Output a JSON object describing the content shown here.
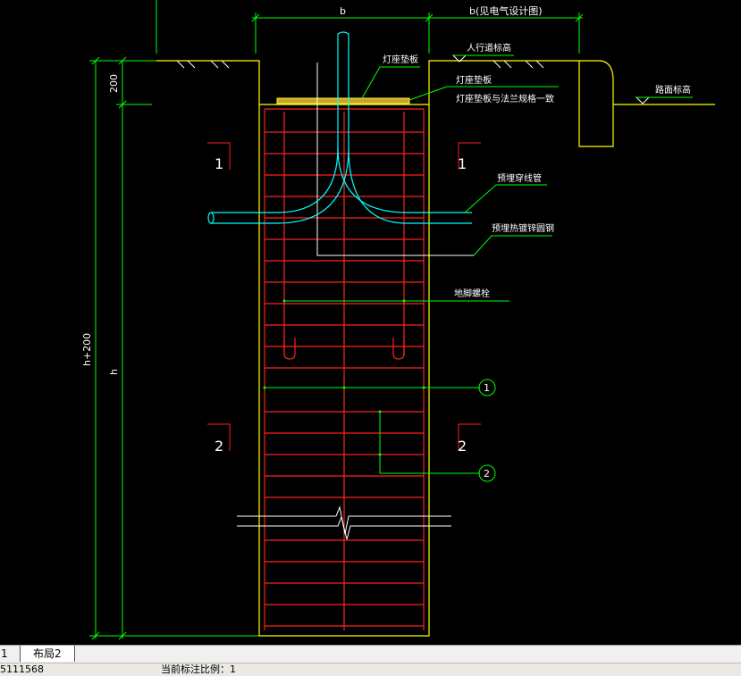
{
  "drawing": {
    "dim_width_top": "b",
    "dim_width_right": "b(见电气设计图)",
    "dim_200": "200",
    "dim_h200": "h+200",
    "dim_h": "h",
    "label_plate": "灯座垫板",
    "label_sidewalk": "人行道标高",
    "label_plate2": "灯座垫板",
    "label_plate_flange": "灯座垫板与法兰规格一致",
    "label_road": "路面标高",
    "label_conduit": "预埋穿线管",
    "label_galv_steel": "预埋热镀锌圆钢",
    "label_anchor_bolt": "地脚螺栓",
    "section_1_left": "1",
    "section_1_right": "1",
    "section_2_left": "2",
    "section_2_right": "2",
    "callout_1": "1",
    "callout_2": "2"
  },
  "tabs": {
    "tab1": "1",
    "tab2": "布局2"
  },
  "status": {
    "coordinates": "5111568",
    "scale_label": "当前标注比例：1"
  },
  "colors": {
    "yellow": "#ffff00",
    "red": "#ff2020",
    "cyan": "#00ffff",
    "green": "#00ff00",
    "white": "#ffffff",
    "hatch": "#c8a040"
  }
}
